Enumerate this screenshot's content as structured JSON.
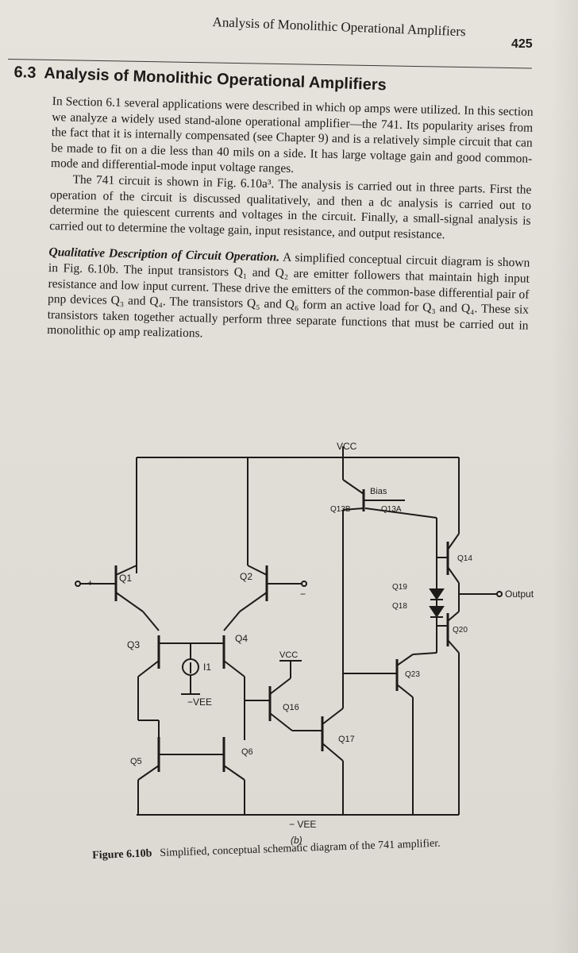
{
  "header": {
    "running_title": "Analysis of Monolithic Operational Amplifiers",
    "page_number": "425"
  },
  "section": {
    "number": "6.3",
    "title": "Analysis of Monolithic Operational Amplifiers"
  },
  "paragraphs": {
    "p1": "In Section 6.1 several applications were described in which op amps were utilized. In this section we analyze a widely used stand-alone operational amplifier—the 741. Its popularity arises from the fact that it is internally compensated (see Chapter 9) and is a relatively simple circuit that can be made to fit on a die less than 40 mils on a side. It has large voltage gain and good common-mode and differential-mode input voltage ranges.",
    "p2": "The 741 circuit is shown in Fig. 6.10a³. The analysis is carried out in three parts. First the operation of the circuit is discussed qualitatively, and then a dc analysis is carried out to determine the quiescent currents and voltages in the circuit. Finally, a small-signal analysis is carried out to determine the voltage gain, input resistance, and output resistance.",
    "p3_heading": "Qualitative Description of Circuit Operation.",
    "p3": "A simplified conceptual circuit diagram is shown in Fig. 6.10b. The input transistors Q₁ and Q₂ are emitter followers that maintain high input resistance and low input current. These drive the emitters of the common-base differential pair of pnp devices Q₃ and Q₄. The transistors Q₅ and Q₆ form an active load for Q₃ and Q₄. These six transistors taken together actually perform three separate functions that must be carried out in monolithic op amp realizations."
  },
  "figure": {
    "labels": {
      "vcc_top": "VCC",
      "vcc_mid": "VCC",
      "vee_bottom": "− VEE",
      "vee_source": "−VEE",
      "bias": "Bias",
      "q13b": "Q13B",
      "q13a": "Q13A",
      "q1": "Q1",
      "q2": "Q2",
      "q3": "Q3",
      "q4": "Q4",
      "q5": "Q5",
      "q6": "Q6",
      "q14": "Q14",
      "q16": "Q16",
      "q17": "Q17",
      "q18": "Q18",
      "q19": "Q19",
      "q20": "Q20",
      "q23": "Q23",
      "i1": "I1",
      "plus_input": "+",
      "minus_input": "−",
      "output": "Output",
      "sub": "(b)"
    }
  },
  "caption": {
    "label": "Figure 6.10b",
    "text": "Simplified, conceptual schematic diagram of the 741 amplifier."
  }
}
